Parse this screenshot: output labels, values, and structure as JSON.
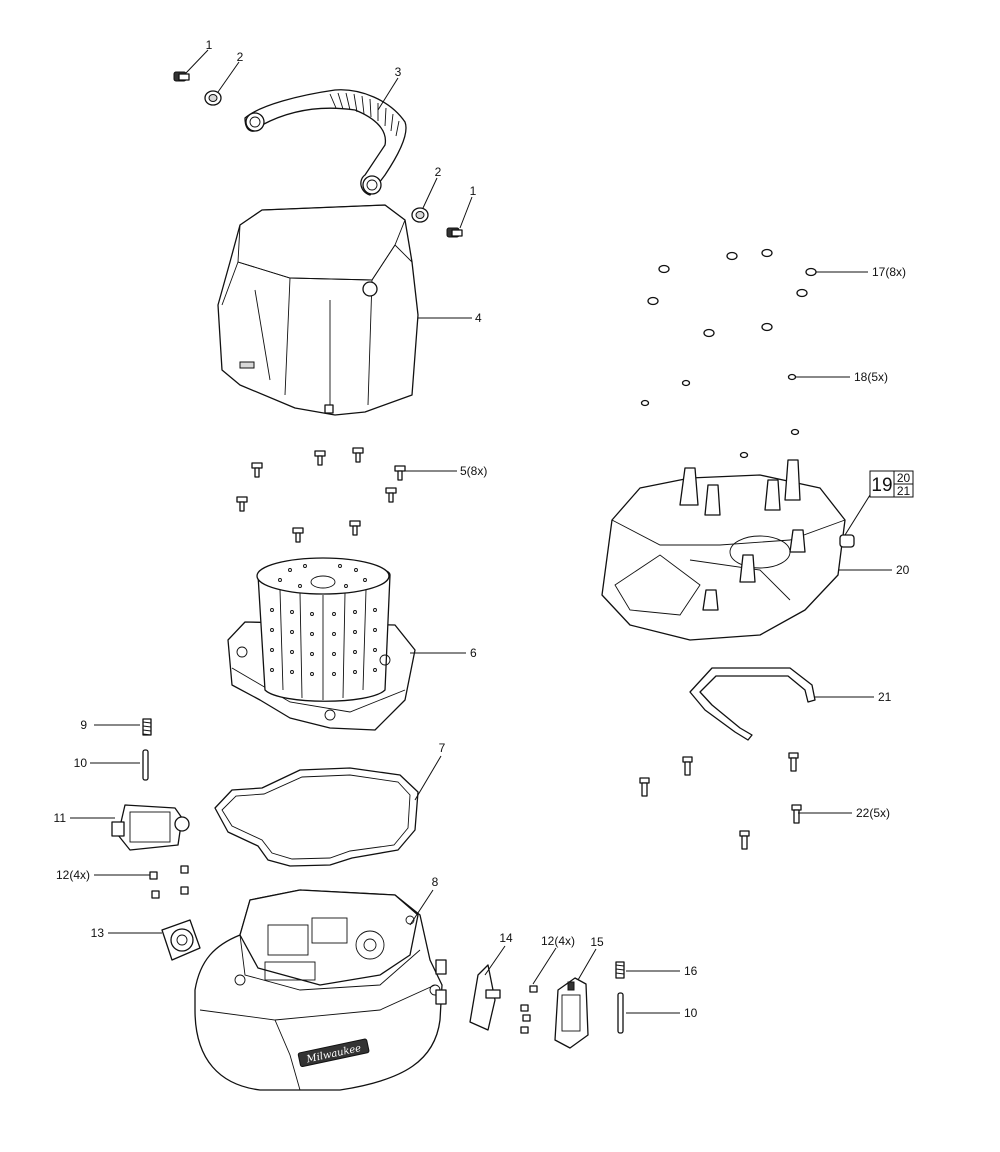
{
  "callouts": [
    {
      "id": "c1a",
      "text": "1"
    },
    {
      "id": "c2a",
      "text": "2"
    },
    {
      "id": "c3",
      "text": "3"
    },
    {
      "id": "c2b",
      "text": "2"
    },
    {
      "id": "c1b",
      "text": "1"
    },
    {
      "id": "c4",
      "text": "4"
    },
    {
      "id": "c5",
      "text": "5(8x)"
    },
    {
      "id": "c6",
      "text": "6"
    },
    {
      "id": "c7",
      "text": "7"
    },
    {
      "id": "c8",
      "text": "8"
    },
    {
      "id": "c9",
      "text": "9"
    },
    {
      "id": "c10a",
      "text": "10"
    },
    {
      "id": "c11",
      "text": "11"
    },
    {
      "id": "c12a",
      "text": "12(4x)"
    },
    {
      "id": "c13",
      "text": "13"
    },
    {
      "id": "c14",
      "text": "14"
    },
    {
      "id": "c12b",
      "text": "12(4x)"
    },
    {
      "id": "c15",
      "text": "15"
    },
    {
      "id": "c16",
      "text": "16"
    },
    {
      "id": "c10b",
      "text": "10"
    },
    {
      "id": "c17",
      "text": "17(8x)"
    },
    {
      "id": "c18",
      "text": "18(5x)"
    },
    {
      "id": "c20",
      "text": "20"
    },
    {
      "id": "c21",
      "text": "21"
    },
    {
      "id": "c22",
      "text": "22(5x)"
    }
  ],
  "kit_box": {
    "main": "19",
    "sub_top": "20",
    "sub_bottom": "21"
  },
  "brand_mark": "Milwaukee"
}
